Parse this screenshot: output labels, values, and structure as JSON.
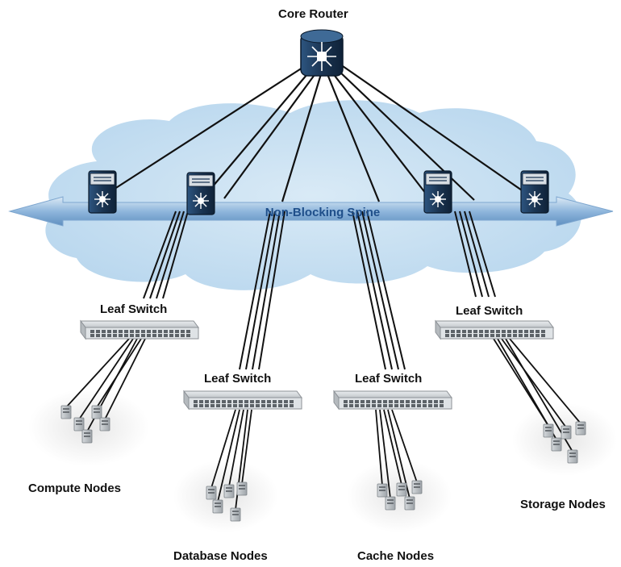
{
  "diagram": {
    "core_router": {
      "label": "Core Router"
    },
    "spine": {
      "label": "Non-Blocking Spine"
    },
    "leaf_switches": [
      {
        "label": "Leaf Switch"
      },
      {
        "label": "Leaf Switch"
      },
      {
        "label": "Leaf Switch"
      },
      {
        "label": "Leaf Switch"
      }
    ],
    "node_groups": [
      {
        "label": "Compute Nodes"
      },
      {
        "label": "Database Nodes"
      },
      {
        "label": "Cache Nodes"
      },
      {
        "label": "Storage Nodes"
      }
    ],
    "colors": {
      "cloud": "#c5dff1",
      "spine": "#8fb8de",
      "device_dark": "#1e3a5c",
      "switch": "#cfd3d6",
      "cable": "#111111"
    }
  }
}
